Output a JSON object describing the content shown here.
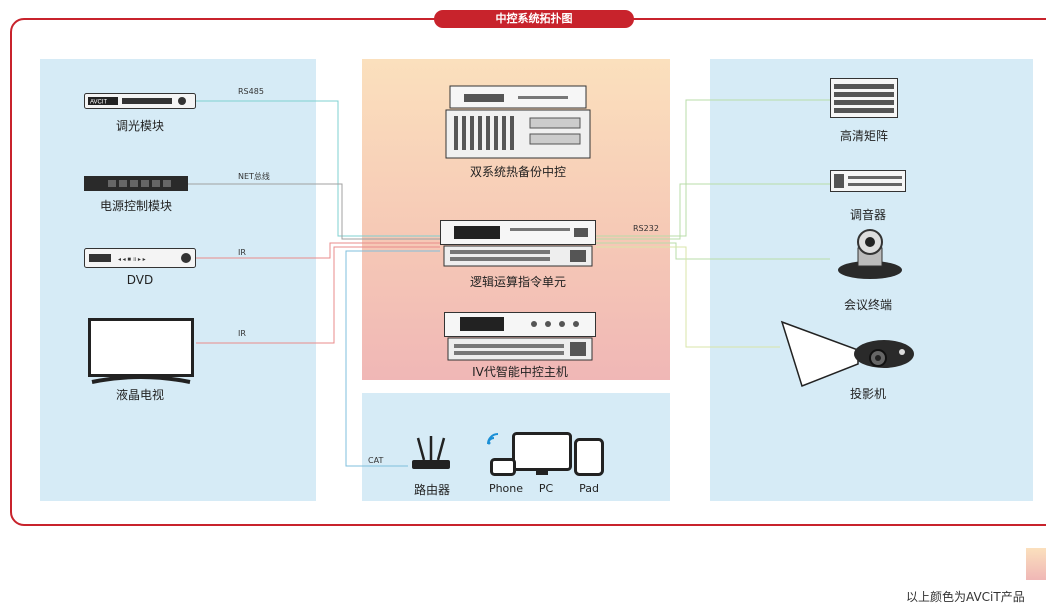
{
  "title": "中控系统拓扑图",
  "left": {
    "devices": [
      {
        "name": "调光模块",
        "wire": "RS485",
        "icon": "dimmer-icon"
      },
      {
        "name": "电源控制模块",
        "wire": "NET总线",
        "icon": "power-module-icon"
      },
      {
        "name": "DVD",
        "wire": "IR",
        "icon": "dvd-player-icon"
      },
      {
        "name": "液晶电视",
        "wire": "IR",
        "icon": "lcd-tv-icon"
      }
    ],
    "dimmer_brand": "AVCIT"
  },
  "center": {
    "devices": [
      {
        "name": "双系统热备份中控",
        "icon": "dual-backup-controller-icon"
      },
      {
        "name": "逻辑运算指令单元",
        "icon": "logic-unit-icon"
      },
      {
        "name": "IV代智能中控主机",
        "icon": "controller-host-icon"
      }
    ],
    "network": {
      "router": "路由器",
      "wire": "CAT",
      "clients": [
        "Phone",
        "PC",
        "Pad"
      ]
    }
  },
  "right": {
    "wire": "RS232",
    "devices": [
      {
        "name": "高清矩阵",
        "icon": "hd-matrix-icon"
      },
      {
        "name": "调音器",
        "icon": "audio-mixer-icon"
      },
      {
        "name": "会议终端",
        "icon": "conference-camera-icon"
      },
      {
        "name": "投影机",
        "icon": "projector-icon"
      }
    ]
  },
  "legend": "以上颜色为AVCiT产品",
  "colors": {
    "accent": "#c8232c",
    "panel": "#d6ebf6"
  }
}
